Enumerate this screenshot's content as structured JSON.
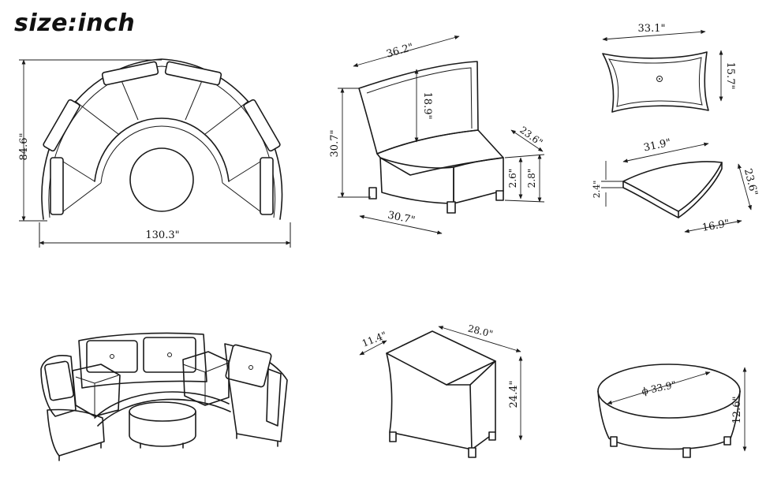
{
  "heading": "size:inch",
  "views": {
    "top_layout": {
      "width": "130.3\"",
      "depth": "84.6\""
    },
    "armless_chair": {
      "back_width": "36.2\"",
      "back_height": "18.9\"",
      "height": "30.7\"",
      "depth": "23.6\"",
      "width": "30.7\"",
      "leg_height": "2.6\"",
      "seat_leg": "2.8\""
    },
    "back_cushion": {
      "width": "33.1\"",
      "height": "15.7\""
    },
    "seat_cushion": {
      "outer_width": "31.9\"",
      "depth": "23.6\"",
      "inner_width": "16.9\"",
      "thickness": "2.4\""
    },
    "side_table": {
      "depth": "11.4\"",
      "width": "28.0\"",
      "height": "24.4\""
    },
    "ottoman": {
      "diameter": "ϕ 33.9\"",
      "height": "12.6\""
    }
  }
}
